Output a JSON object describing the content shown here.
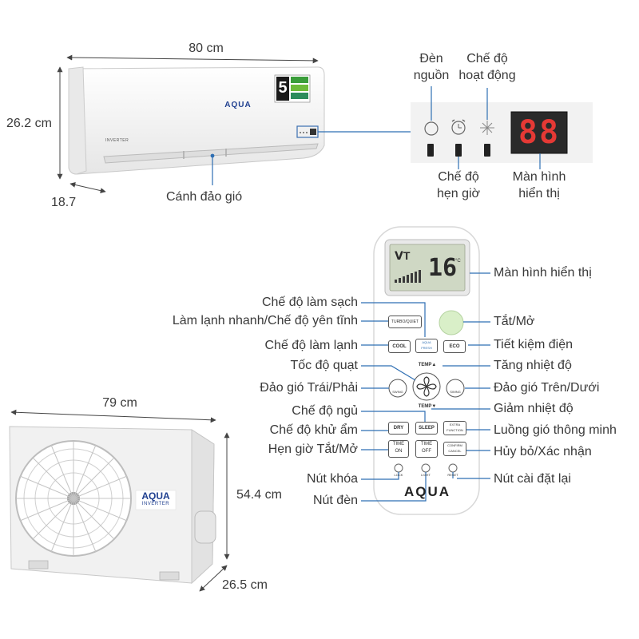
{
  "indoor": {
    "width": "80 cm",
    "height": "26.2 cm",
    "depth": "18.7",
    "brand": "AQUA",
    "badge": "INVERTER",
    "energy_rating": "5",
    "louver_label": "Cánh đảo gió"
  },
  "panel": {
    "power_light": [
      "Đèn",
      "nguồn"
    ],
    "operation_mode": [
      "Chế độ",
      "hoạt động"
    ],
    "timer_mode": [
      "Chế độ",
      "hẹn giờ"
    ],
    "display": [
      "Màn hình",
      "hiển thị"
    ],
    "digits": "88"
  },
  "outdoor": {
    "width": "79 cm",
    "height": "54.4 cm",
    "depth": "26.5 cm",
    "brand": "AQUA",
    "badge": "INVERTER"
  },
  "remote": {
    "brand": "AQUA",
    "screen_mode": "ⅤΤ",
    "screen_temp": "16",
    "screen_unit": "°C",
    "buttons": {
      "turbo_quiet": "TURBO/QUIET",
      "cool": "COOL",
      "aqua_fresh": [
        "AQUA",
        "FRESH"
      ],
      "eco": "ECO",
      "temp_up": "TEMP▲",
      "temp_down": "TEMP▼",
      "swing_lr": "SWING",
      "swing_ud": "SWING",
      "dry": "DRY",
      "sleep": "SLEEP",
      "extra_function": [
        "EXTRA",
        "FUNCTION"
      ],
      "time_on": [
        "TIME",
        "ON"
      ],
      "time_off": [
        "TIME",
        "OFF"
      ],
      "confirm_cancel": [
        "CONFIRM",
        "CANCEL"
      ],
      "lock": "LOCK",
      "light": "LIGHT",
      "reset": "RESET"
    },
    "labels_left": {
      "clean": "Chế độ làm sạch",
      "turbo_quiet": "Làm lạnh nhanh/Chế độ yên tĩnh",
      "cool": "Chế độ làm lạnh",
      "fan_speed": "Tốc độ quạt",
      "swing_lr": "Đảo gió Trái/Phải",
      "sleep": "Chế độ ngủ",
      "dry": "Chế độ khử ẩm",
      "timer": "Hẹn giờ Tắt/Mở",
      "lock": "Nút khóa",
      "light": "Nút đèn"
    },
    "labels_right": {
      "display": "Màn hình hiển thị",
      "power": "Tắt/Mở",
      "eco": "Tiết kiệm điện",
      "temp_up": "Tăng nhiệt độ",
      "swing_ud": "Đảo gió Trên/Dưới",
      "temp_down": "Giảm nhiệt độ",
      "smart_airflow": "Luồng gió thông minh",
      "cancel_confirm": "Hủy bỏ/Xác nhận",
      "reset": "Nút cài đặt lại"
    }
  },
  "colors": {
    "line": "#2f6fb3",
    "dim_line": "#444444",
    "text": "#3a3a3a",
    "unit_body": "#f4f4f4",
    "display_bg": "#2a2a2a",
    "digit": "#e53935",
    "brand_blue": "#1f3f8f",
    "power_button": "#d9efc8"
  }
}
